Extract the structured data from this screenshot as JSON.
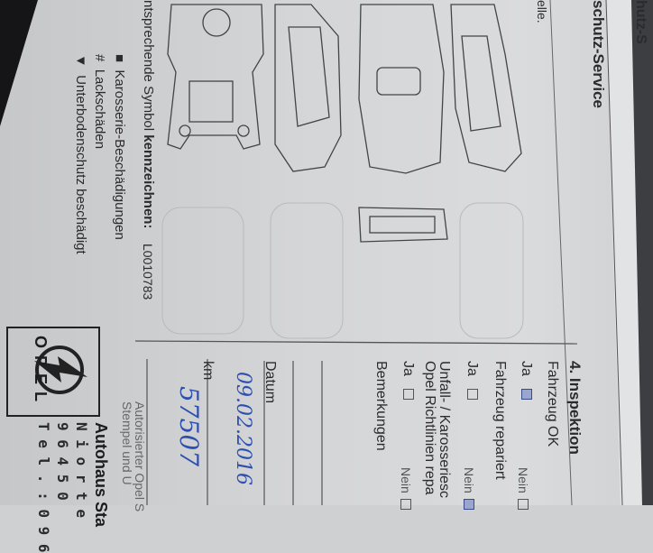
{
  "legend": {
    "heading_prefix": "ntsprechende Symbol ",
    "heading_bold": "kennzeichnen:",
    "items": [
      {
        "symbol": "■",
        "label": "Karosserie-Beschädigungen"
      },
      {
        "symbol": "#",
        "label": "Lackschäden"
      },
      {
        "symbol": "▼",
        "label": "Unterbodenschutz beschädigt"
      }
    ],
    "code": "L0010783"
  },
  "top": {
    "fragment": "elle.",
    "title": "schutz-Service",
    "next_page_title": "hutz-S"
  },
  "inspection": {
    "title": "4. Inspektion",
    "vehicle_ok": "Fahrzeug OK",
    "vehicle_ok_ja": "Ja",
    "vehicle_ok_nein": "Nein",
    "vehicle_ok_checked": "Ja",
    "repaired": "Fahrzeug repariert",
    "repaired_ja": "Ja",
    "repaired_nein": "Nein",
    "repaired_checked": "Nein",
    "accident_line1": "Unfall- / Karosseriesc",
    "accident_line2": "Opel Richtlinien repa",
    "accident_ja": "Ja",
    "accident_nein": "Nein",
    "remarks": "Bemerkungen"
  },
  "record": {
    "date_label": "Datum",
    "date_value": "09.02.2016",
    "km_label": "km",
    "km_value": "57507",
    "stamp_caption_1": "Autorisierter Opel S",
    "stamp_caption_2": "Stempel und U"
  },
  "stamp": {
    "logo_text": "OPEL",
    "line1": "Autohaus Sta",
    "line2": "N i o r t e",
    "line3": "9 6 4 5 0",
    "line4": "T e l . :  0 9 6"
  },
  "colors": {
    "ink": "#2b2b2e",
    "handwriting": "#2c4fb0",
    "paper": "#d4d5d7"
  }
}
